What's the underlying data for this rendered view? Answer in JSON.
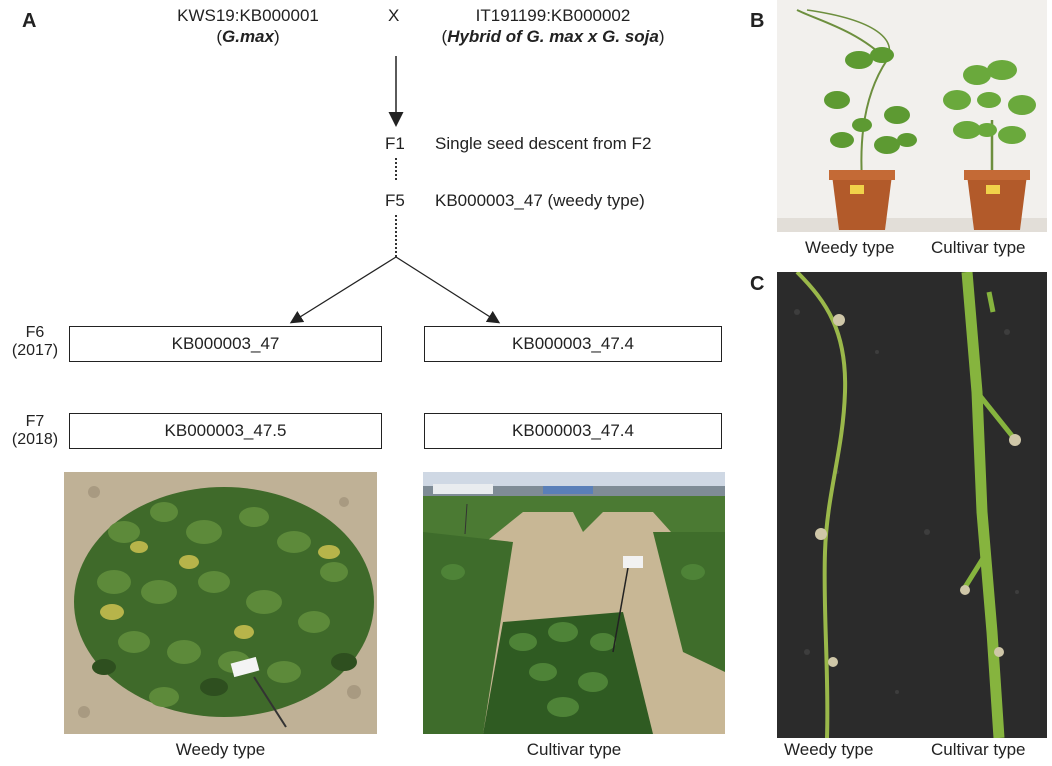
{
  "panel_a": {
    "letter": "A",
    "parent1": {
      "id": "KWS19:KB000001",
      "species": "G.max"
    },
    "cross_symbol": "X",
    "parent2": {
      "id": "IT191199:KB000002",
      "species": "Hybrid of G. max x G. soja"
    },
    "f1": {
      "gen": "F1",
      "text": "Single seed descent from F2"
    },
    "f5": {
      "gen": "F5",
      "text": "KB000003_47 (weedy type)"
    },
    "f6": {
      "gen": "F6",
      "year": "(2017)",
      "left": "KB000003_47",
      "right": "KB000003_47.4"
    },
    "f7": {
      "gen": "F7",
      "year": "(2018)",
      "left": "KB000003_47.5",
      "right": "KB000003_47.4"
    },
    "photo_left_caption": "Weedy type",
    "photo_right_caption": "Cultivar type"
  },
  "panel_b": {
    "letter": "B",
    "caption_left": "Weedy type",
    "caption_right": "Cultivar type"
  },
  "panel_c": {
    "letter": "C",
    "caption_left": "Weedy type",
    "caption_right": "Cultivar type"
  }
}
